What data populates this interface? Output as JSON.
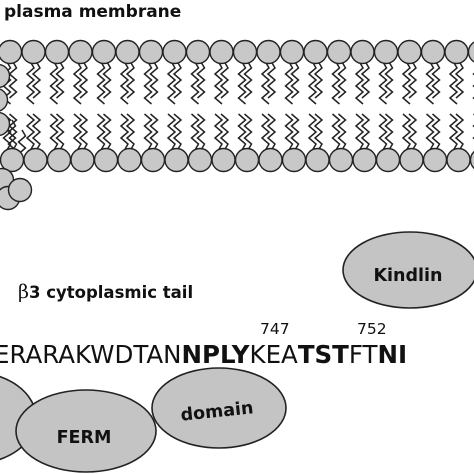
{
  "membrane": {
    "label": "plasma membrane",
    "head_fill": "#c8c8c8",
    "outline": "#222222"
  },
  "tail": {
    "label_greek": "β",
    "label_rest": "3 cytoplasmic tail",
    "sequence_segments": [
      {
        "text": "ERARAKWDTAN",
        "bold": false
      },
      {
        "text": "NPLY",
        "bold": true
      },
      {
        "text": "KEA",
        "bold": false
      },
      {
        "text": "TST",
        "bold": true
      },
      {
        "text": "FT",
        "bold": false
      },
      {
        "text": "NI",
        "bold": true
      }
    ],
    "residue_labels": [
      "747",
      "752"
    ]
  },
  "proteins": {
    "kindlin": "Kindlin",
    "ferm": "FERM",
    "domain": "domain",
    "fill": "#c4c4c4"
  }
}
